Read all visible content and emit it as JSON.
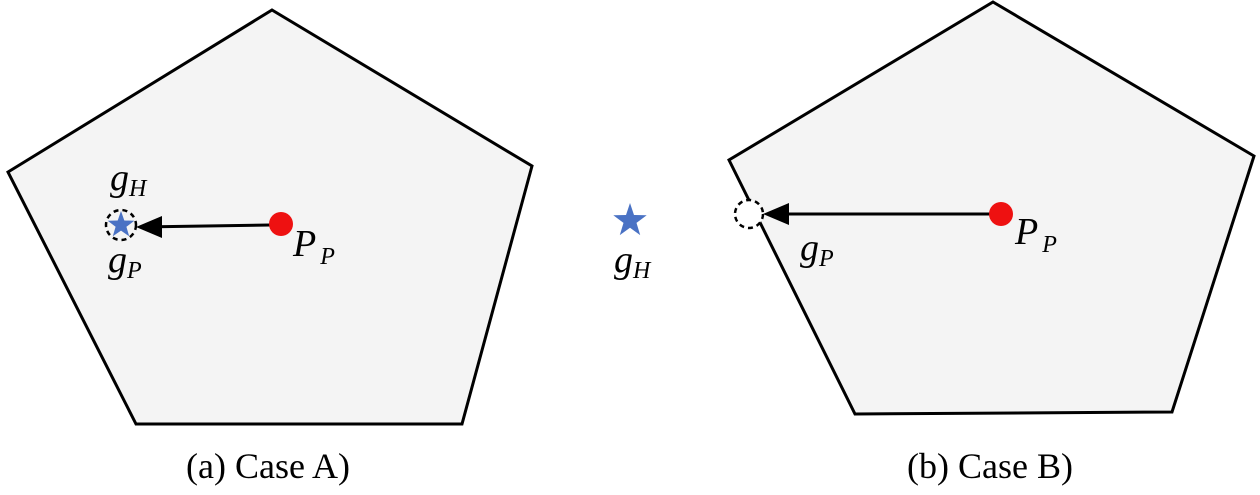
{
  "colors": {
    "region_fill": "#f4f4f4",
    "outline": "#000000",
    "point_red": "#ee1111",
    "star_blue": "#4a72c4",
    "dashed_circle": "#000000"
  },
  "case_a": {
    "caption": "(a) Case A)",
    "g_h_main": "g",
    "g_h_sub": "H",
    "g_p_main": "g",
    "g_p_sub": "P",
    "p_p_main": "P",
    "p_p_sub": "P"
  },
  "case_b": {
    "caption": "(b) Case B)",
    "g_h_main": "g",
    "g_h_sub": "H",
    "g_p_main": "g",
    "g_p_sub": "P",
    "p_p_main": "P",
    "p_p_sub": "P"
  },
  "icons": {
    "goal_marker": "star-icon",
    "projected_point": "dashed-circle-icon",
    "current_point": "red-dot-icon"
  }
}
